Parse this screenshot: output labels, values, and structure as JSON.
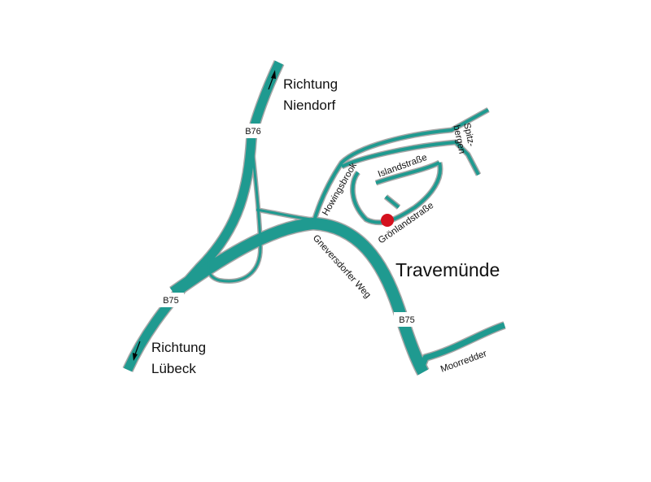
{
  "colors": {
    "road": "#1f9a90",
    "road_outline": "#a7a7a7",
    "marker": "#d4111e",
    "background": "#ffffff"
  },
  "labels": {
    "richtung_niendorf": [
      "Richtung",
      "Niendorf"
    ],
    "richtung_luebeck": [
      "Richtung",
      "Lübeck"
    ],
    "b76": "B76",
    "b75_west": "B75",
    "b75_south": "B75",
    "howingsbrook": "Howingsbrook",
    "islandstrasse": "Islandstraße",
    "spitzbergen": [
      "Spitz-",
      "bergen"
    ],
    "groenlandstrasse": "Grönlandstraße",
    "gneversdorfer_weg": "Gneversdorfer Weg",
    "travemuende": "Travemünde",
    "moorredder": "Moorredder"
  },
  "icons": {
    "arrow_north": "arrow-up-icon",
    "arrow_south": "arrow-down-icon",
    "location_marker": "red-dot-marker"
  }
}
